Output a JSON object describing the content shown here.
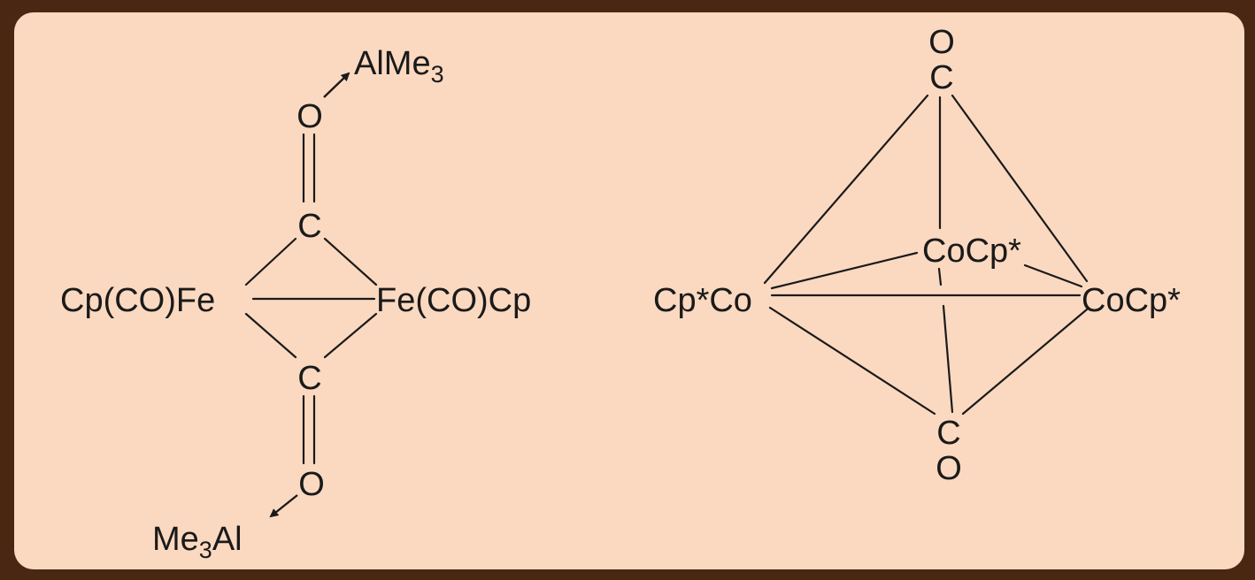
{
  "left_structure": {
    "top_lewis_acid": "AlMe",
    "top_lewis_acid_sub": "3",
    "top_oxygen": "O",
    "top_carbon": "C",
    "left_fe": "Cp(CO)Fe",
    "right_fe": "Fe(CO)Cp",
    "bottom_carbon": "C",
    "bottom_oxygen": "O",
    "bottom_lewis_acid_pre": "Me",
    "bottom_lewis_acid_sub": "3",
    "bottom_lewis_acid_post": "Al"
  },
  "right_structure": {
    "top_oxygen": "O",
    "top_carbon": "C",
    "center_co": "CoCp*",
    "left_co": "Cp*Co",
    "right_co": "CoCp*",
    "bottom_carbon": "C",
    "bottom_oxygen": "O"
  },
  "colors": {
    "frame": "#4a2712",
    "panel": "#fbd9c0",
    "ink": "#1a1a1a"
  }
}
